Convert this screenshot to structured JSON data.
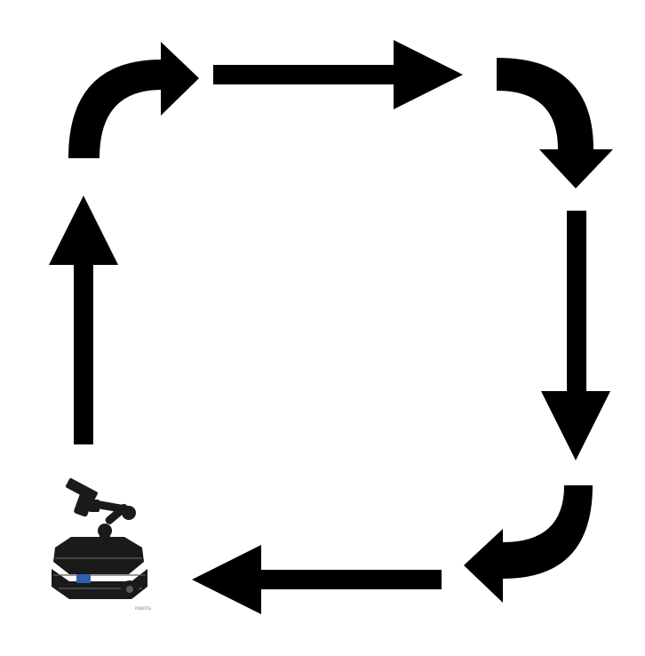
{
  "diagram": {
    "type": "cyclic-path",
    "ink_color": "#000000",
    "background_color": "#ffffff",
    "path_sequence": [
      "up",
      "turn-right",
      "right",
      "turn-down",
      "down",
      "turn-left",
      "left"
    ],
    "robot": {
      "icon": "mobile-manipulator-robot-icon",
      "body_color": "#1a1a1a",
      "accent_color": "#2f5fb0",
      "logo_color": "#3a9a3a",
      "logo_text": "ROBOTIS"
    }
  }
}
